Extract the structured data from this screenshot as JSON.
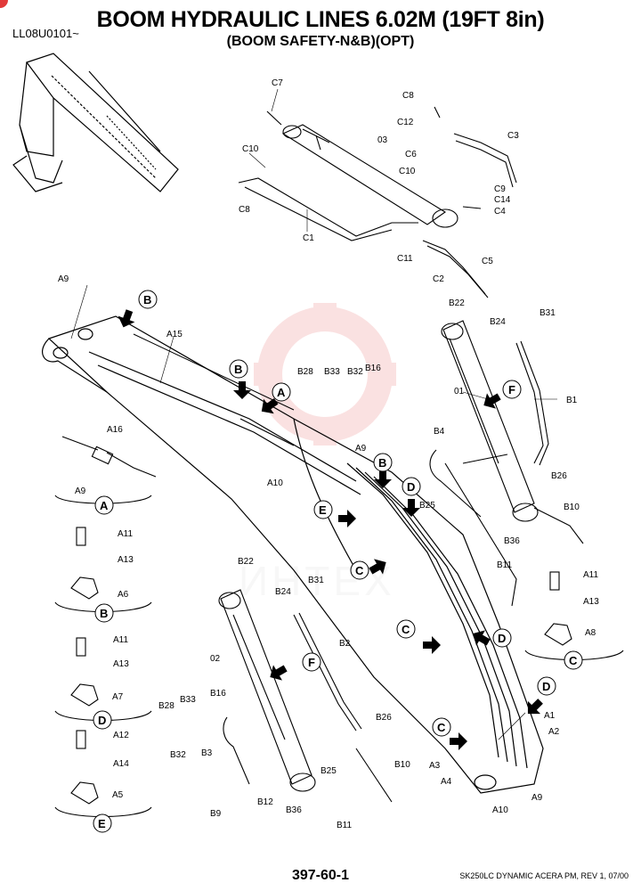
{
  "header": {
    "code": "LL08U0101~",
    "title": "BOOM HYDRAULIC LINES 6.02M (19FT 8in)",
    "subtitle": "(BOOM SAFETY-N&B)(OPT)"
  },
  "footer": {
    "page_number": "397-60-1",
    "model": "SK250LC DYNAMIC ACERA PM, REV 1, 07/00"
  },
  "watermark": "ИНТЕХ",
  "labels": {
    "C7": "C7",
    "C8": "C8",
    "C12": "C12",
    "C3": "C3",
    "03": "03",
    "C6": "C6",
    "C10a": "C10",
    "C10b": "C10",
    "C9": "C9",
    "C14": "C14",
    "C4": "C4",
    "C8b": "C8",
    "C1": "C1",
    "C11": "C11",
    "C5": "C5",
    "C2": "C2",
    "A9a": "A9",
    "A15": "A15",
    "B22a": "B22",
    "B24a": "B24",
    "B31a": "B31",
    "B28a": "B28",
    "B33a": "B33",
    "B32a": "B32",
    "B16a": "B16",
    "01": "01",
    "B1": "B1",
    "B4": "B4",
    "A9b": "A9",
    "A10a": "A10",
    "B25a": "B25",
    "B26a": "B26",
    "B36a": "B36",
    "B10a": "B10",
    "B11a": "B11",
    "A16": "A16",
    "A9c": "A9",
    "A11a": "A11",
    "A13a": "A13",
    "A6": "A6",
    "B22b": "B22",
    "B24b": "B24",
    "B31b": "B31",
    "B2": "B2",
    "02": "02",
    "A11b": "A11",
    "A13b": "A13",
    "A7": "A7",
    "B28b": "B28",
    "B33b": "B33",
    "B16b": "B16",
    "B32b": "B32",
    "B3": "B3",
    "B26b": "B26",
    "B25b": "B25",
    "B10b": "B10",
    "B9": "B9",
    "B12": "B12",
    "B36b": "B36",
    "B11b": "B11",
    "A12": "A12",
    "A14": "A14",
    "A5": "A5",
    "A11c": "A11",
    "A13c": "A13",
    "A8": "A8",
    "A1": "A1",
    "A2": "A2",
    "A3": "A3",
    "A4": "A4",
    "A10b": "A10",
    "A9d": "A9"
  },
  "callouts": {
    "A": "A",
    "B": "B",
    "C": "C",
    "D": "D",
    "E": "E",
    "F": "F"
  },
  "detail_captions": {
    "A": "A",
    "B": "B",
    "C": "C",
    "D": "D",
    "E": "E"
  }
}
